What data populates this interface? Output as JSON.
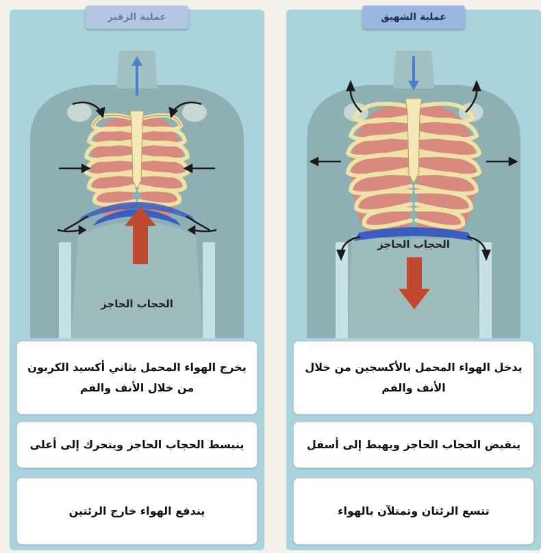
{
  "panels": [
    {
      "id": "exhale",
      "title": "عملية الزفير",
      "diaphragm_label": "الحجاب الحاجز",
      "steps": [
        "يخرج الهواء المحمل بثاني أكسيد الكربون من خلال الأنف والفم",
        "ينبسط الحجاب الحاجز ويتحرك إلى أعلى",
        "يندفع الهواء خارج الرئتين"
      ]
    },
    {
      "id": "inhale",
      "title": "عملية الشهيق",
      "diaphragm_label": "الحجاب الحاجز",
      "steps": [
        "يدخل الهواء المحمل بالأكسجين من خلال الأنف والفم",
        "ينقبض الحجاب الحاجز ويهبط إلى أسفل",
        "تتسع الرئتان وتمتلآن بالهواء"
      ]
    }
  ],
  "colors": {
    "panel": "#a9d4dd",
    "torso": "#8fb0b3",
    "rib": "#efe2a6",
    "lung": "#d98a7e",
    "diaphragm": "#3b5fc0",
    "big_arrow": "#c0482e",
    "small_arrow": "#1a1a1a",
    "air_arrow": "#4a7fd0"
  }
}
